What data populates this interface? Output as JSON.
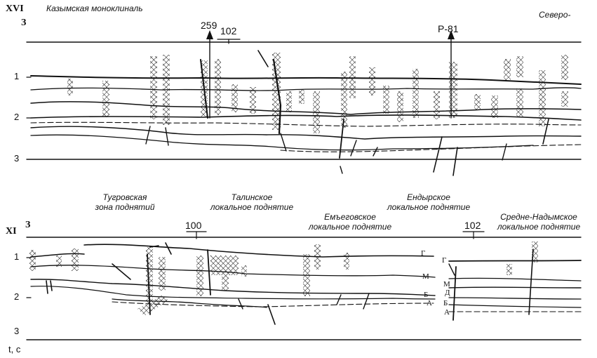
{
  "top": {
    "profile": "XVI",
    "direction": "З",
    "caption_left": "Казымская моноклиналь",
    "caption_right": "Северо-",
    "wells": [
      "259",
      "Р-81"
    ],
    "intersection": "102",
    "ticks": [
      "1",
      "2",
      "3"
    ]
  },
  "bottom": {
    "profile": "XI",
    "direction": "З",
    "intersections": [
      "100",
      "102"
    ],
    "uplifts": [
      {
        "line1": "Тугровская",
        "line2": "зона поднятий"
      },
      {
        "line1": "Талинское",
        "line2": "локальное поднятие"
      },
      {
        "line1": "Емъеговское",
        "line2": "локальное поднятие"
      },
      {
        "line1": "Ендырское",
        "line2": "локальное поднятие"
      },
      {
        "line1": "Средне-Надымское",
        "line2": "локальное поднятие"
      }
    ],
    "ticks": [
      "1",
      "2",
      "3"
    ],
    "horizons_center": [
      "Г",
      "М",
      "Б",
      "А"
    ],
    "horizons_right": [
      "Г",
      "М",
      "Д",
      "Б",
      "А"
    ]
  },
  "axis_label": "t, с"
}
